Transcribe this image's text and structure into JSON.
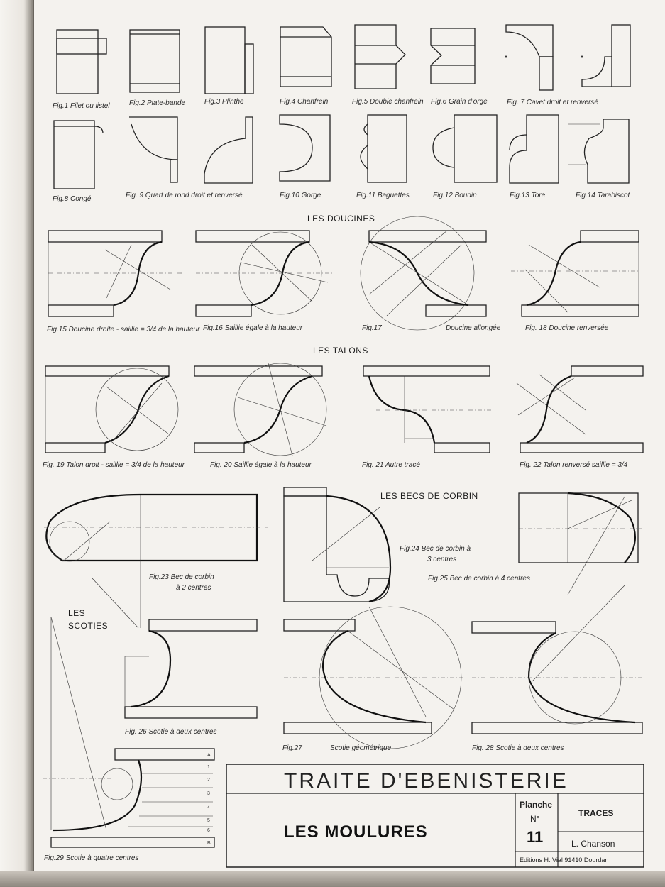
{
  "row1": [
    "Fig.1 Filet ou listel",
    "Fig.2 Plate-bande",
    "Fig.3 Plinthe",
    "Fig.4 Chanfrein",
    "Fig.5 Double chanfrein",
    "Fig.6 Grain d'orge",
    "Fig. 7 Cavet droit et renversé"
  ],
  "row2": [
    "Fig.8 Congé",
    "Fig. 9 Quart de rond droit et renversé",
    "Fig.10 Gorge",
    "Fig.11 Baguettes",
    "Fig.12 Boudin",
    "Fig.13 Tore",
    "Fig.14 Tarabiscot"
  ],
  "doucines": {
    "heading": "LES DOUCINES",
    "captions": [
      "Fig.15 Doucine droite - saillie = 3/4 de la hauteur",
      "Fig.16 Saillie égale à la hauteur",
      "Fig.17",
      "Doucine allongée",
      "Fig. 18 Doucine renversée"
    ]
  },
  "talons": {
    "heading": "LES TALONS",
    "captions": [
      "Fig. 19 Talon droit - saillie = 3/4 de la hauteur",
      "Fig. 20 Saillie égale à la hauteur",
      "Fig. 21 Autre tracé",
      "Fig. 22 Talon renversé saillie = 3/4"
    ]
  },
  "becs": {
    "heading": "LES BECS DE CORBIN",
    "fig23_a": "Fig.23 Bec de corbin",
    "fig23_b": "à 2 centres",
    "fig24_a": "Fig.24 Bec de corbin à",
    "fig24_b": "3 centres",
    "fig25": "Fig.25 Bec de corbin à 4 centres"
  },
  "scoties": {
    "heading_a": "LES",
    "heading_b": "SCOTIES",
    "fig26": "Fig. 26 Scotie à deux centres",
    "fig27_a": "Fig.27",
    "fig27_b": "Scotie géométrique",
    "fig28": "Fig. 28 Scotie à deux centres",
    "fig29": "Fig.29 Scotie à quatre centres",
    "fig29_scale": [
      "A",
      "1",
      "2",
      "3",
      "4",
      "5",
      "6",
      "B"
    ]
  },
  "title_block": {
    "series": "TRAITE D'EBENISTERIE",
    "title": "LES MOULURES",
    "planche_label": "Planche",
    "no_label": "N°",
    "planche_no": "11",
    "section": "TRACES",
    "author": "L. Chanson",
    "publisher": "Editions H. Vial 91410 Dourdan"
  }
}
